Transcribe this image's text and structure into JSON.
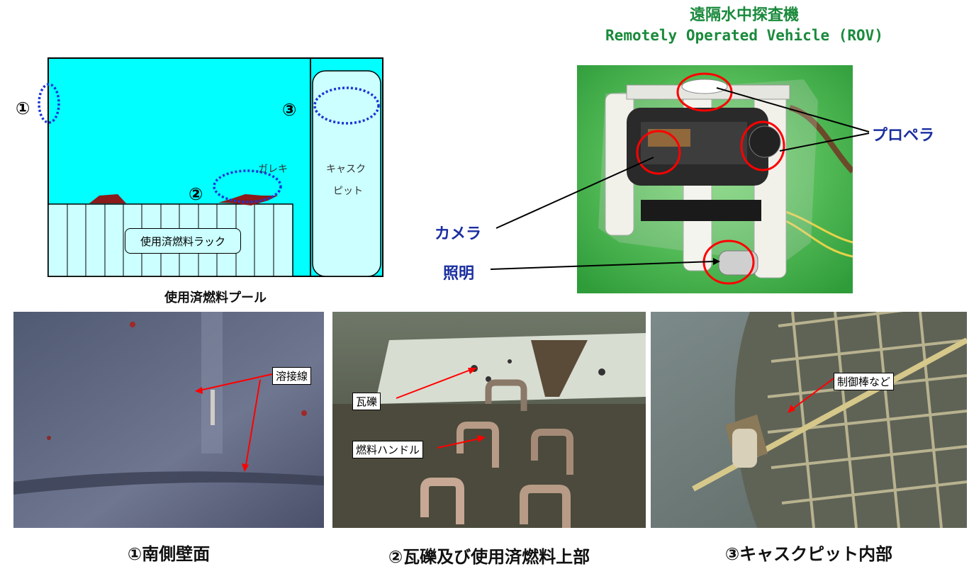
{
  "rov": {
    "title_jp": "遠隔水中探査機",
    "title_en": "Remotely Operated Vehicle (ROV)",
    "labels": {
      "propeller": "プロペラ",
      "camera": "カメラ",
      "light": "照明"
    }
  },
  "pool_diagram": {
    "caption": "使用済燃料プール",
    "markers": [
      "①",
      "②",
      "③"
    ],
    "debris_label": "ガレキ",
    "cask_pit_label_line1": "キャスク",
    "cask_pit_label_line2": "ピット",
    "rack_label": "使用済燃料ラック"
  },
  "photos": [
    {
      "caption": "①南側壁面",
      "annotations": [
        "溶接線"
      ]
    },
    {
      "caption": "②瓦礫及び使用済燃料上部",
      "annotations": [
        "瓦礫",
        "燃料ハンドル"
      ]
    },
    {
      "caption": "③キャスクピット内部",
      "annotations": [
        "制御棒など"
      ]
    }
  ],
  "colors": {
    "pool_water": "#00ffff",
    "rack": "#ccffff",
    "debris": "#8b1a1a",
    "marker_ring": "#1b35d6",
    "rov_title": "#1a8a3c",
    "label_blue": "#1a2ea0",
    "highlight_red": "#ff0000"
  }
}
